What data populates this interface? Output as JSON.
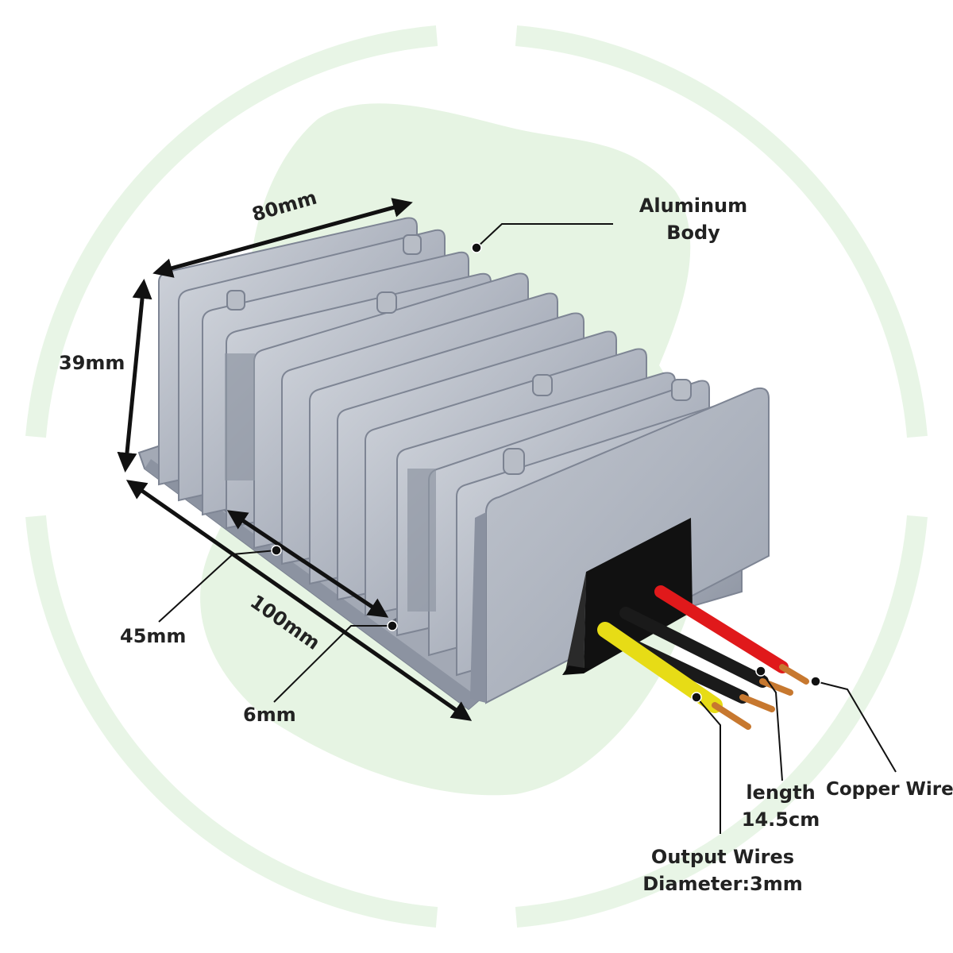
{
  "colors": {
    "background": "#ffffff",
    "ring": "#e8f5e6",
    "blob": "#e6f4e3",
    "body_light": "#c5cad3",
    "body_mid": "#9ea5b3",
    "body_dark": "#6d7482",
    "wire_red": "#e0191b",
    "wire_black": "#1a1a1a",
    "wire_yellow": "#e7dc16",
    "copper": "#c7782f",
    "text": "#222222"
  },
  "labels": {
    "width": "80mm",
    "height": "39mm",
    "length": "100mm",
    "hole_spacing": "45mm",
    "hole_diameter": "6mm",
    "body": {
      "line1": "Aluminum",
      "line2": "Body"
    },
    "wire_length": {
      "line1": "length",
      "line2": "14.5cm"
    },
    "copper": "Copper Wire",
    "output": {
      "line1": "Output Wires",
      "line2": "Diameter:3mm"
    }
  },
  "icons": {
    "device": "heatsink-converter-icon",
    "wires": "output-wires-icon"
  }
}
